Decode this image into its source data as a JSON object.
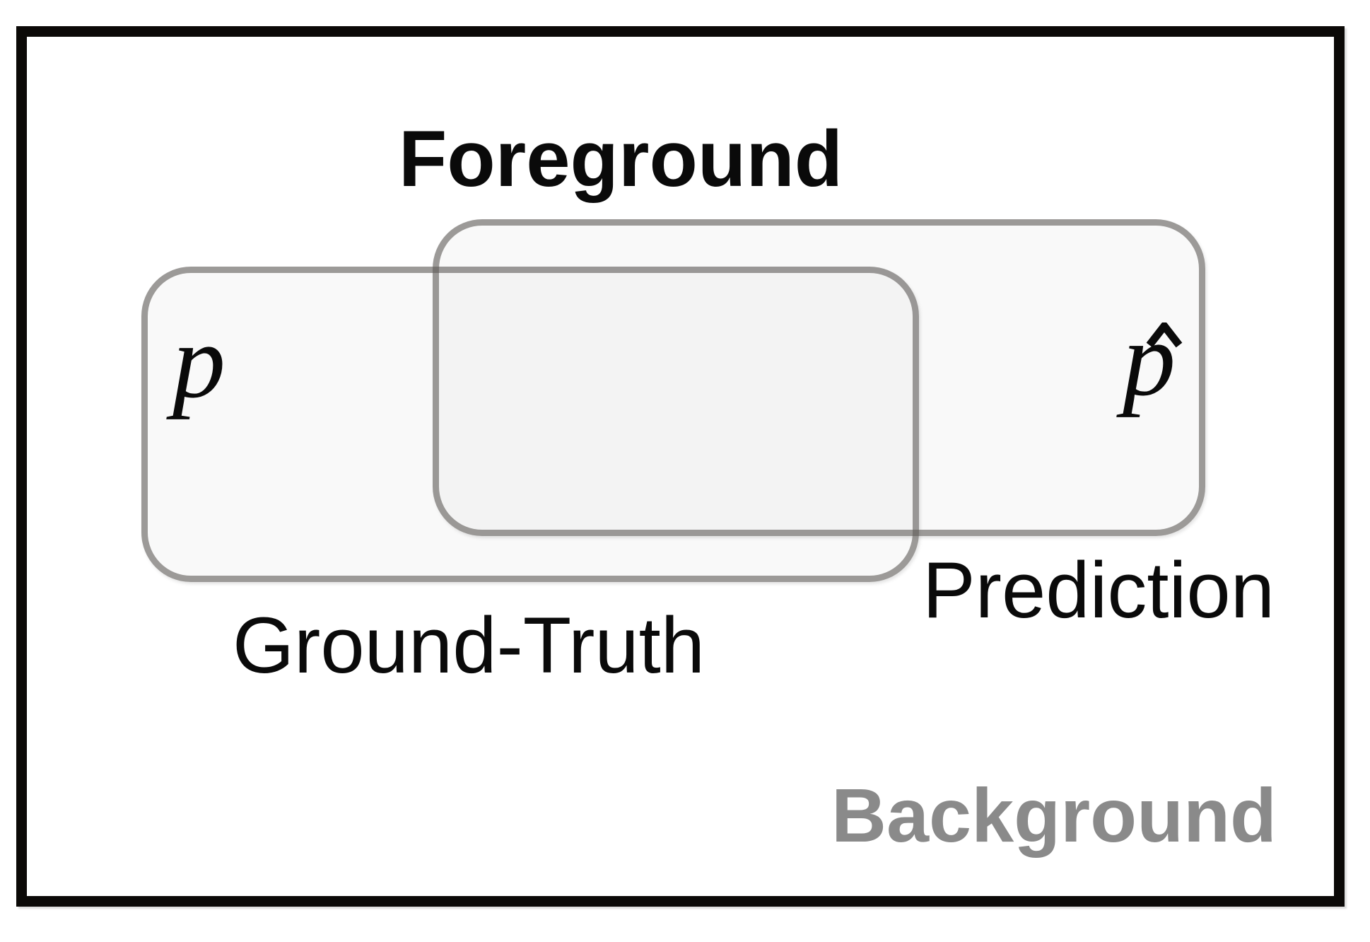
{
  "figure": {
    "title": "Foreground",
    "background_label": "Background",
    "sets": [
      {
        "name": "ground-truth",
        "label": "Ground-Truth",
        "symbol": "p",
        "symbol_base": "p"
      },
      {
        "name": "prediction",
        "label": "Prediction",
        "symbol": "p̂",
        "symbol_base": "p"
      }
    ],
    "relationship": "overlapping rounded rectangles (ground-truth vs prediction regions) inside foreground/background frame",
    "colors": {
      "frame": "#0b0907",
      "text": "#0a0a0a",
      "background_label_gray": "#8a8a8a",
      "set_border_gray": "#a09d99",
      "set_fill_single": "#f8f8f8",
      "set_fill_overlap": "#f0f0f0"
    }
  }
}
